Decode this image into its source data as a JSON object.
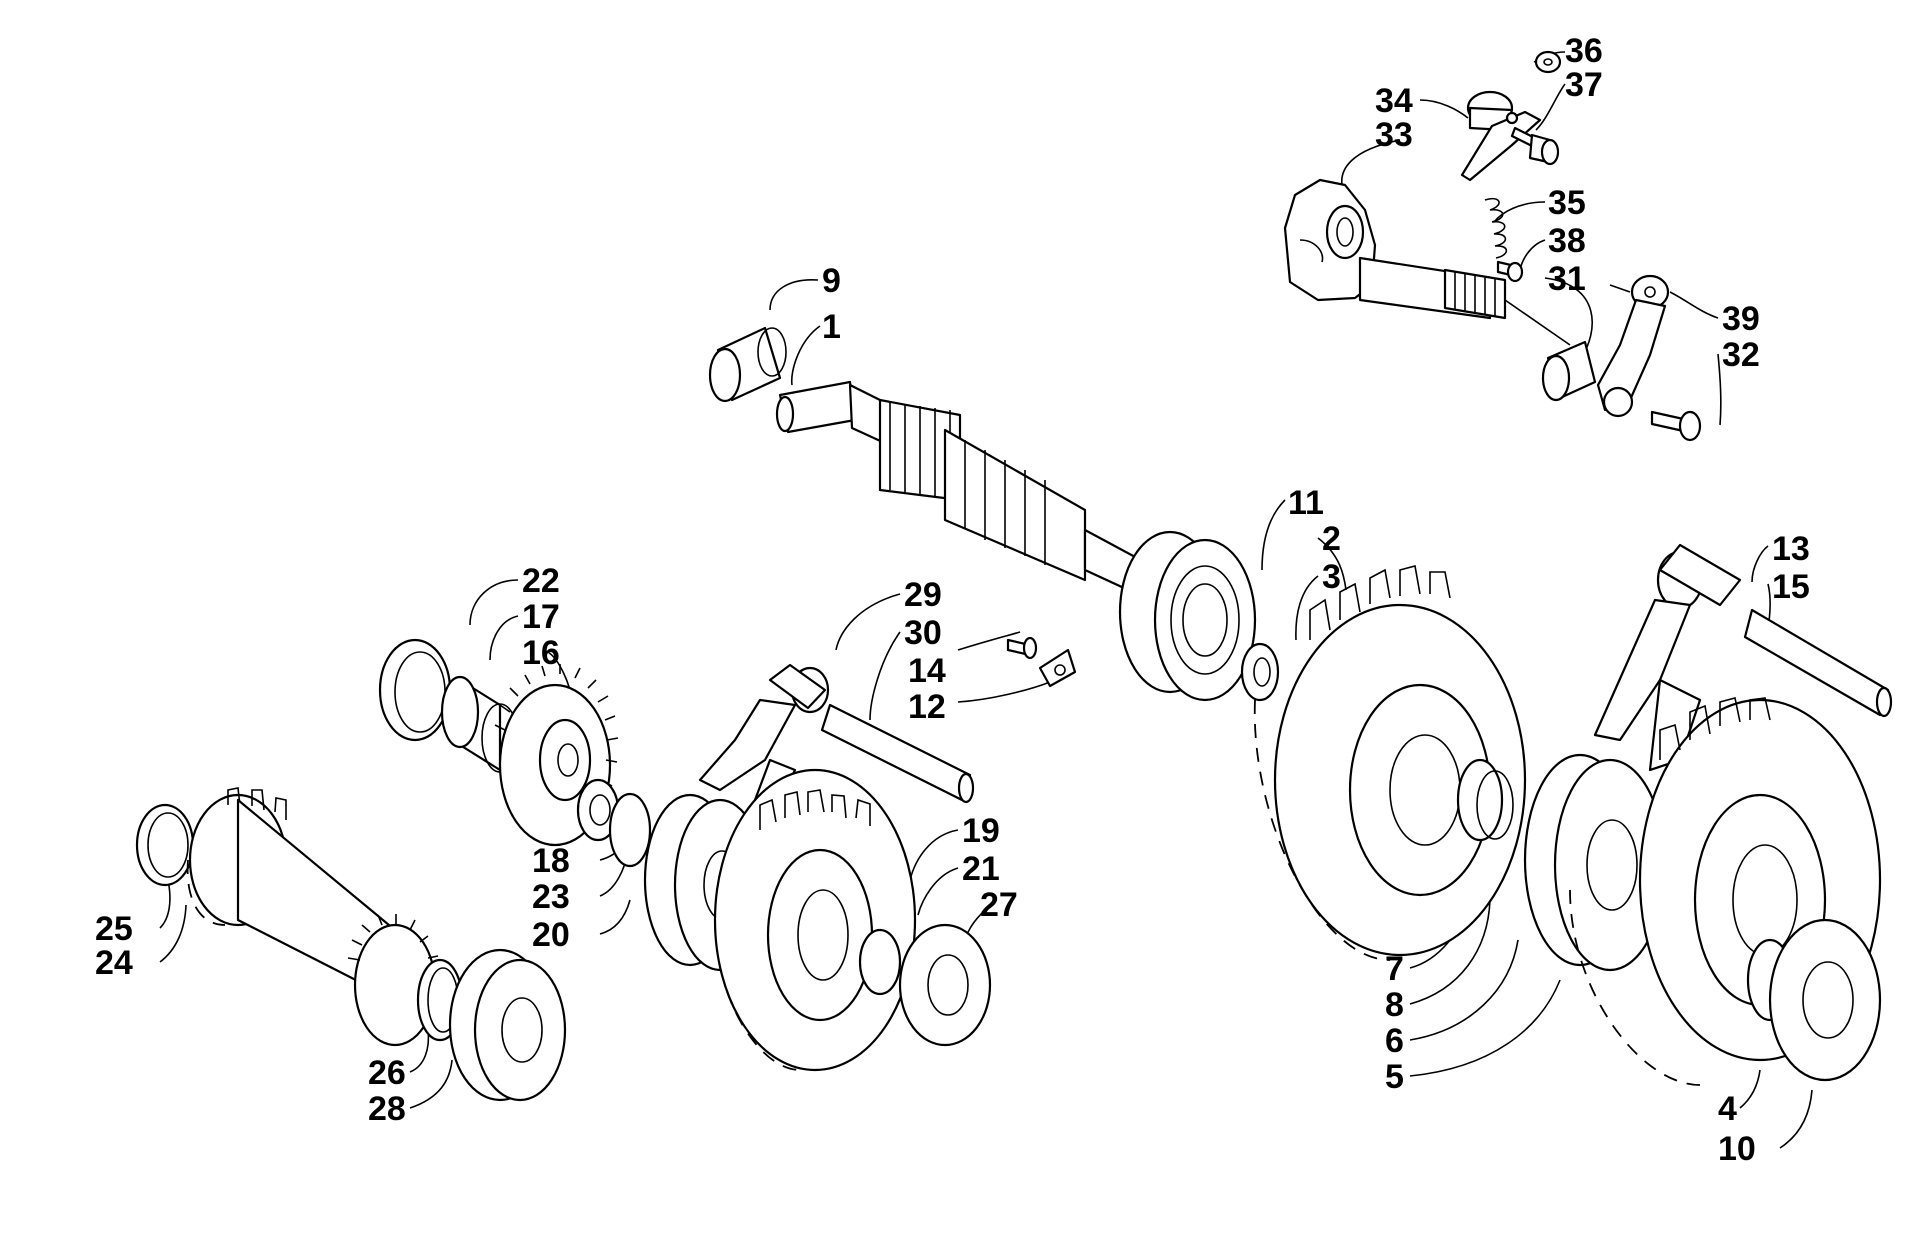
{
  "callouts": [
    {
      "id": "c36",
      "text": "36"
    },
    {
      "id": "c37",
      "text": "37"
    },
    {
      "id": "c34",
      "text": "34"
    },
    {
      "id": "c33",
      "text": "33"
    },
    {
      "id": "c35",
      "text": "35"
    },
    {
      "id": "c38",
      "text": "38"
    },
    {
      "id": "c31",
      "text": "31"
    },
    {
      "id": "c39",
      "text": "39"
    },
    {
      "id": "c32",
      "text": "32"
    },
    {
      "id": "c9",
      "text": "9"
    },
    {
      "id": "c1",
      "text": "1"
    },
    {
      "id": "c11",
      "text": "11"
    },
    {
      "id": "c2",
      "text": "2"
    },
    {
      "id": "c3",
      "text": "3"
    },
    {
      "id": "c13",
      "text": "13"
    },
    {
      "id": "c15",
      "text": "15"
    },
    {
      "id": "c22",
      "text": "22"
    },
    {
      "id": "c17",
      "text": "17"
    },
    {
      "id": "c16",
      "text": "16"
    },
    {
      "id": "c29",
      "text": "29"
    },
    {
      "id": "c30",
      "text": "30"
    },
    {
      "id": "c14",
      "text": "14"
    },
    {
      "id": "c12",
      "text": "12"
    },
    {
      "id": "c19",
      "text": "19"
    },
    {
      "id": "c21",
      "text": "21"
    },
    {
      "id": "c27",
      "text": "27"
    },
    {
      "id": "c18",
      "text": "18"
    },
    {
      "id": "c23",
      "text": "23"
    },
    {
      "id": "c20",
      "text": "20"
    },
    {
      "id": "c25",
      "text": "25"
    },
    {
      "id": "c24",
      "text": "24"
    },
    {
      "id": "c26",
      "text": "26"
    },
    {
      "id": "c28",
      "text": "28"
    },
    {
      "id": "c7",
      "text": "7"
    },
    {
      "id": "c8",
      "text": "8"
    },
    {
      "id": "c6",
      "text": "6"
    },
    {
      "id": "c5",
      "text": "5"
    },
    {
      "id": "c4",
      "text": "4"
    },
    {
      "id": "c10",
      "text": "10"
    }
  ]
}
